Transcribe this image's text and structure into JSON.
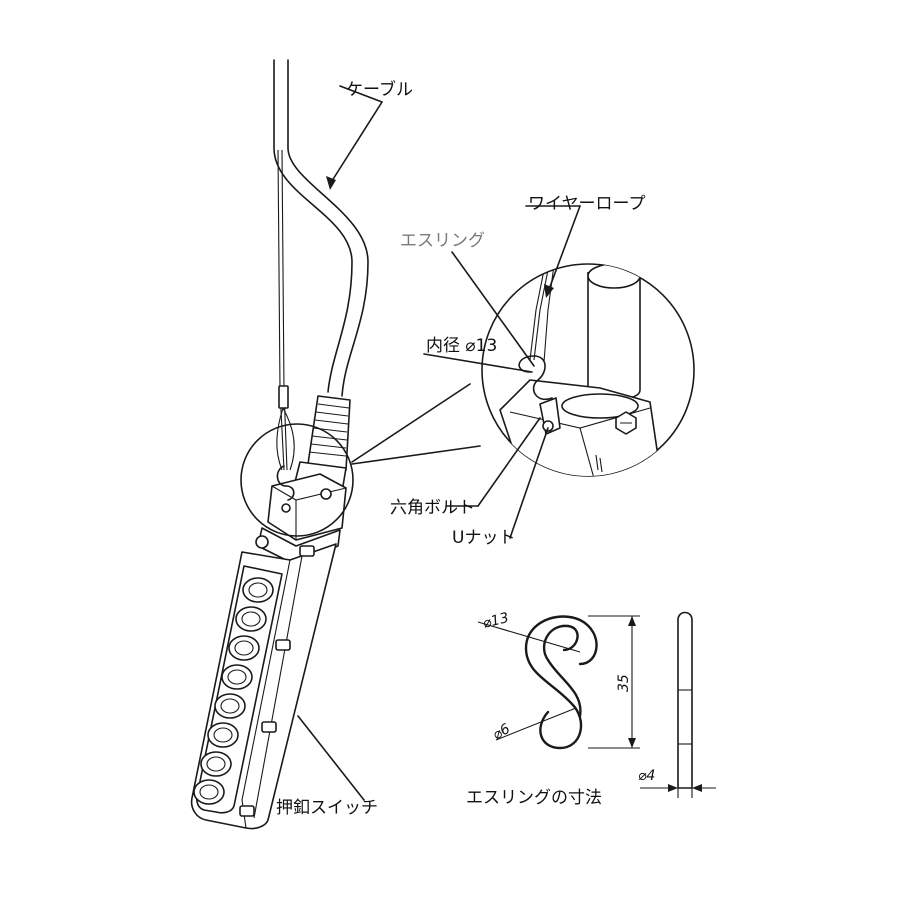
{
  "labels": {
    "cable": "ケーブル",
    "wire_rope": "ワイヤーロープ",
    "s_ring": "エスリング",
    "inner_diameter": "内径 ⌀13",
    "hex_bolt": "六角ボルト",
    "u_nut": "Uナット",
    "pendant_switch": "押釦スイッチ",
    "s_ring_dimensions": "エスリングの寸法"
  },
  "dimensions": {
    "outer_diameter": "⌀13",
    "inner_hook": "⌀6",
    "height": "35",
    "wire_diameter": "⌀4"
  },
  "colors": {
    "line": "#1a1a1a",
    "s_ring_label": "#7a7a7a"
  }
}
